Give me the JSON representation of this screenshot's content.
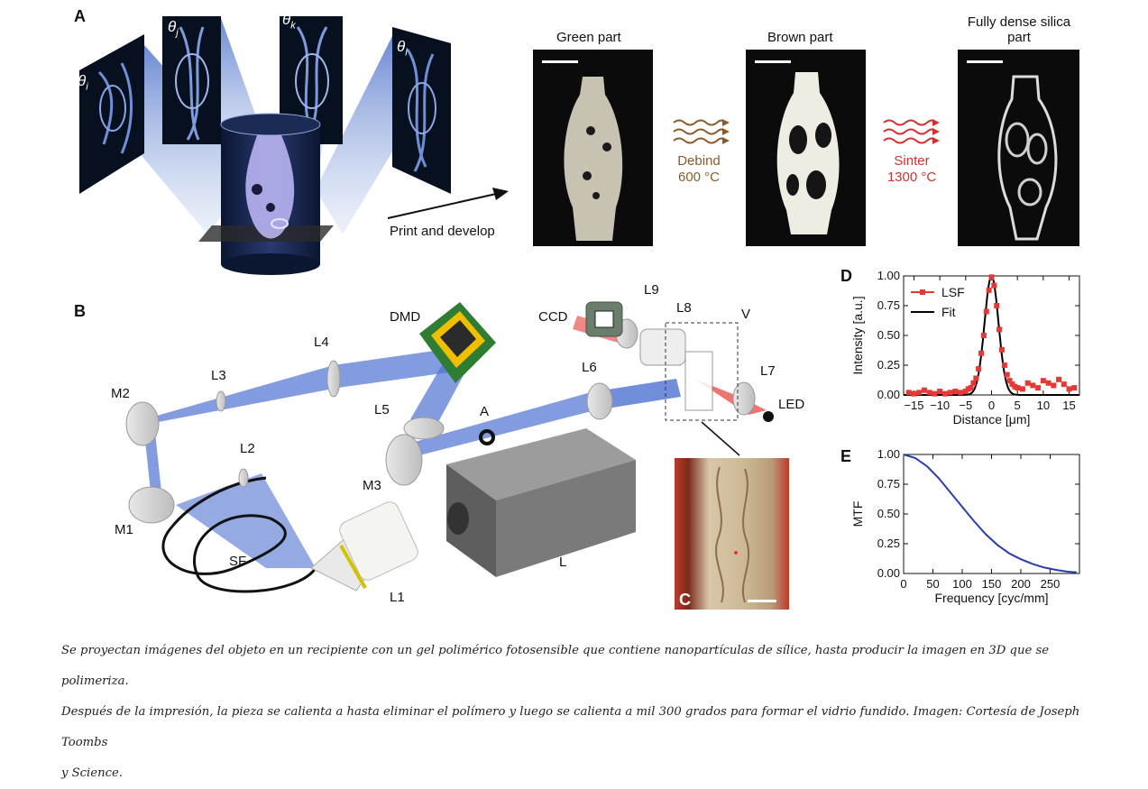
{
  "panel_a": {
    "letter": "A",
    "angles": {
      "i": "i",
      "j": "j",
      "k": "k",
      "l": "l"
    },
    "theta": "θ",
    "arrow_label": "Print and develop",
    "photos": [
      {
        "title": "Green part"
      },
      {
        "title": "Brown part"
      },
      {
        "title_line1": "Fully dense silica",
        "title_line2": "part"
      }
    ],
    "step1": {
      "line1": "Debind",
      "line2": "600 °C",
      "color": "#8b5a2b"
    },
    "step2": {
      "line1": "Sinter",
      "line2": "1300 °C",
      "color": "#d32f2f"
    }
  },
  "panel_b": {
    "letter": "B",
    "labels": {
      "dmd": "DMD",
      "l4": "L4",
      "l3": "L3",
      "m2": "M2",
      "l2": "L2",
      "m1": "M1",
      "sf": "SF",
      "l1": "L1",
      "l": "L",
      "m3": "M3",
      "l5": "L5",
      "a": "A",
      "l6": "L6",
      "ccd": "CCD",
      "l9": "L9",
      "l8": "L8",
      "v": "V",
      "l7": "L7",
      "led": "LED"
    }
  },
  "panel_c": {
    "letter": "C"
  },
  "chart_data": [
    {
      "panel": "D",
      "type": "scatter",
      "xlabel": "Distance [μm]",
      "ylabel": "Intensity [a.u.]",
      "xlim": [
        -17,
        17
      ],
      "ylim": [
        0,
        1.0
      ],
      "xticks": [
        "−15",
        "−10",
        "−5",
        "0",
        "5",
        "10",
        "15"
      ],
      "xtick_values": [
        -15,
        -10,
        -5,
        0,
        5,
        10,
        15
      ],
      "yticks": [
        "0.00",
        "0.25",
        "0.50",
        "0.75",
        "1.00"
      ],
      "ytick_values": [
        0,
        0.25,
        0.5,
        0.75,
        1.0
      ],
      "legend": [
        {
          "name": "LSF",
          "color": "#e53935"
        },
        {
          "name": "Fit",
          "color": "#000000"
        }
      ],
      "legend_position": "top-left",
      "series": [
        {
          "name": "LSF",
          "color": "#e53935",
          "x": [
            -16,
            -15,
            -14,
            -13,
            -12,
            -11,
            -10,
            -9,
            -8,
            -7,
            -6,
            -5,
            -4.5,
            -4,
            -3.5,
            -3,
            -2.5,
            -2,
            -1.5,
            -1,
            -0.5,
            0,
            0.5,
            1,
            1.5,
            2,
            2.5,
            3,
            3.5,
            4,
            4.5,
            5,
            6,
            7,
            8,
            9,
            10,
            11,
            12,
            13,
            14,
            15,
            16
          ],
          "y": [
            0.02,
            0.01,
            0.02,
            0.04,
            0.02,
            0.01,
            0.03,
            0.01,
            0.02,
            0.03,
            0.02,
            0.03,
            0.05,
            0.06,
            0.1,
            0.14,
            0.22,
            0.35,
            0.5,
            0.7,
            0.88,
            0.99,
            0.92,
            0.75,
            0.55,
            0.38,
            0.25,
            0.17,
            0.12,
            0.09,
            0.07,
            0.06,
            0.05,
            0.1,
            0.08,
            0.06,
            0.12,
            0.1,
            0.08,
            0.13,
            0.09,
            0.05,
            0.06
          ]
        },
        {
          "name": "Fit",
          "color": "#000000",
          "type": "gaussian",
          "center": 0,
          "sigma": 1.35,
          "amplitude": 1.0
        }
      ]
    },
    {
      "panel": "E",
      "type": "line",
      "xlabel": "Frequency [cyc/mm]",
      "ylabel": "MTF",
      "xlim": [
        0,
        300
      ],
      "ylim": [
        0,
        1.0
      ],
      "xticks": [
        "0",
        "50",
        "100",
        "150",
        "200",
        "250"
      ],
      "xtick_values": [
        0,
        50,
        100,
        150,
        200,
        250
      ],
      "yticks": [
        "0.00",
        "0.25",
        "0.50",
        "0.75",
        "1.00"
      ],
      "ytick_values": [
        0,
        0.25,
        0.5,
        0.75,
        1.0
      ],
      "series": [
        {
          "name": "",
          "color": "#2a3ea8",
          "x": [
            0,
            20,
            40,
            60,
            80,
            100,
            120,
            140,
            160,
            180,
            200,
            220,
            240,
            260,
            280,
            295
          ],
          "y": [
            1.0,
            0.97,
            0.9,
            0.8,
            0.68,
            0.56,
            0.44,
            0.33,
            0.24,
            0.17,
            0.12,
            0.08,
            0.05,
            0.03,
            0.015,
            0.01
          ]
        }
      ]
    }
  ],
  "caption": {
    "line1": "Se proyectan imágenes del objeto en un recipiente con un gel polimérico fotosensible que contiene nanopartículas de sílice, hasta producir la imagen en 3D que se polimeriza.",
    "line2": "Después de la impresión, la pieza se calienta a hasta eliminar el polímero y luego se calienta a mil 300 grados para formar el vidrio fundido. Imagen: Cortesía de Joseph Toombs",
    "line3": "y Science."
  }
}
